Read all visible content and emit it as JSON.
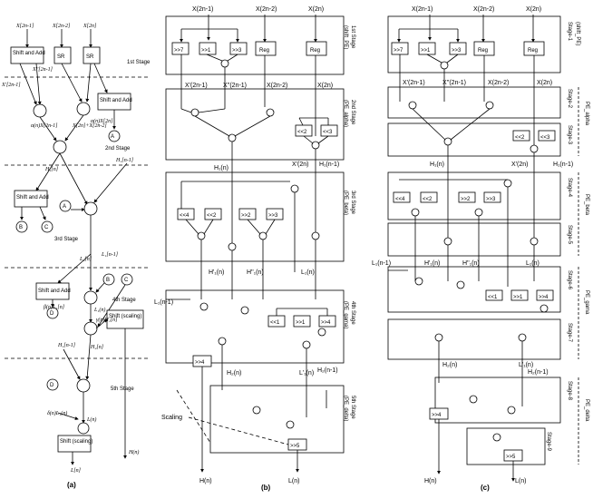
{
  "panel_a": {
    "caption": "(a)",
    "inputs": [
      "X[2n-1]",
      "X[2n-2]",
      "X[2n]"
    ],
    "sr_label": "SR",
    "shift_add": "Shift and Add",
    "shift_scaling": "Shift (scaling)",
    "stage_labels": [
      "1st Stage",
      "2nd Stage",
      "3rd Stage",
      "4th Stage",
      "5th Stage"
    ],
    "signals": {
      "x1": "X'[2n-1]",
      "x2": "X''[2n-1]",
      "a_x2n1": "α(n)X[2n-1]",
      "a_x2n": "α(n)X[2n]",
      "sum_a": "X[2n]+X[2n-2]",
      "h1n": "H₁[n]",
      "h1n1": "H₁[n-1]",
      "l1n": "L₁[n]",
      "l1n1": "L₁[n-1]",
      "bl1": "β(n)L₁[n]",
      "gh1": "γ(n)H₁[n]",
      "l1": "L₁(n)",
      "h1_n1": "H₁[n-1]",
      "h2n": "H₂[n]",
      "dl": "δ(n)L₁(n)",
      "ln": "L(n)",
      "lbr": "L[n]",
      "hn": "H(n)"
    },
    "circles": [
      "A",
      "B",
      "C",
      "D"
    ]
  },
  "panel_b": {
    "caption": "(b)",
    "inputs": [
      "X(2n-1)",
      "X(2n-2)",
      "X(2n)"
    ],
    "stages": [
      {
        "name": "1st Stage",
        "sub": "(shift_PE)"
      },
      {
        "name": "2nd Stage",
        "sub": "(PE_alpha)"
      },
      {
        "name": "3rd Stage",
        "sub": "(PE_beta)"
      },
      {
        "name": "4th Stage",
        "sub": "(PE_gama)"
      },
      {
        "name": "5th Stage",
        "sub": "(PE_delta)"
      }
    ],
    "ops": {
      "s7": ">>7",
      "s1": ">>1",
      "s3": ">>3",
      "reg": "Reg",
      "l2": "<<2",
      "l3": "<<3",
      "l4": "<<4",
      "r2": ">>2",
      "r3": ">>3",
      "r1": ">>1",
      "r4": ">>4",
      "l1": "<<1",
      "r5": ">>5",
      "r4b": ">>4"
    },
    "signals": {
      "x1": "X'(2n-1)",
      "x2": "X''(2n-1)",
      "x22": "X(2n-2)",
      "x2n": "X(2n)",
      "h1": "H₁(n)",
      "x2n_p": "X'(2n)",
      "h1n1": "H₁(n-1)",
      "hp1": "H'₁(n)",
      "hpp1": "H''₁(n)",
      "l1": "L₁(n)",
      "l1n1": "L₁(n-1)",
      "h2": "H₂(n)",
      "lp1": "L'₁(n)",
      "h2n1": "H₂(n-1)",
      "hn": "H(n)",
      "ln": "L(n)",
      "scaling": "Scaling"
    }
  },
  "panel_c": {
    "caption": "(c)",
    "inputs": [
      "X(2n-1)",
      "X(2n-2)",
      "X(2n)"
    ],
    "stages": [
      "Stage-1",
      "(shift_PE)",
      "Stage-2",
      "Stage-3",
      "PE_alpha",
      "Stage-4",
      "Stage-5",
      "PE_beta",
      "Stage-6",
      "Stage-7",
      "PE_gama",
      "Stage-8",
      "Stage-9",
      "PE_delta"
    ],
    "signals": {
      "x1": "X'(2n-1)",
      "x2": "X''(2n-1)",
      "x22": "X(2n-2)",
      "x2n": "X(2n)",
      "h1": "H₁(n)",
      "x2n_p": "X'(2n)",
      "h1n1": "H₁(n-1)",
      "l1n1": "L₁(n-1)",
      "hp1": "H'₁(n)",
      "hpp1": "H''₁(n)",
      "l1": "L₁(n)",
      "h2": "H₂(n)",
      "lp1": "L'₁(n)",
      "h2n1": "H₂(n-1)",
      "hn": "H(n)",
      "ln": "L(n)"
    }
  }
}
